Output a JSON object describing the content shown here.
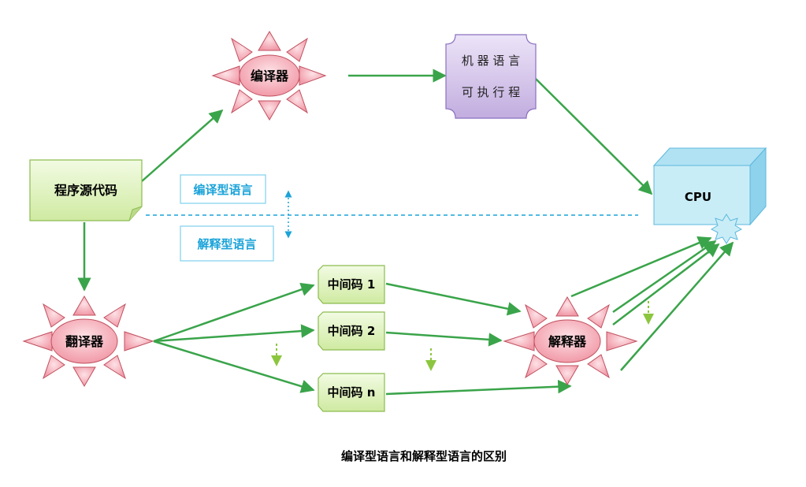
{
  "nodes": {
    "source": "程序源代码",
    "compiler": "编译器",
    "machine_line1": "机 器 语 言",
    "machine_line2": "可 执 行 程",
    "cpu": "CPU",
    "translator": "翻译器",
    "interpreter": "解释器",
    "mid1": "中间码 1",
    "mid2": "中间码 2",
    "midn": "中间码 n"
  },
  "labels": {
    "compiled": "编译型语言",
    "interpreted": "解释型语言"
  },
  "caption": "编译型语言和解释型语言的区别",
  "colors": {
    "arrow": "#3aa44a",
    "sun_fill": "#f6b3bd",
    "sun_stroke": "#c0505f",
    "note_fill": "#e5f6c8",
    "note_stroke": "#8cbc50",
    "machine_fill": "#d6c6ee",
    "machine_stroke": "#8a70c0",
    "cpu_front": "#c9edf7",
    "cpu_side": "#8fd2ec",
    "cpu_top": "#b0e2f3",
    "divider": "#1aa3d9"
  }
}
